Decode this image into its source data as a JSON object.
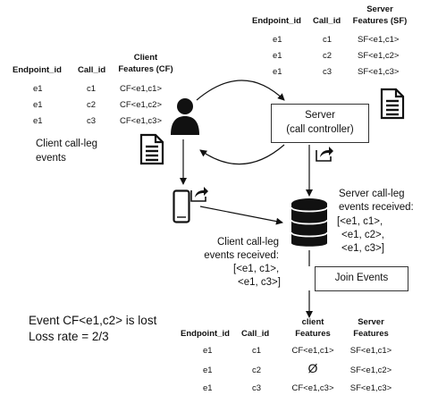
{
  "server_table": {
    "title_line1": "Server",
    "title_line2": "Features (SF)",
    "col_endpoint": "Endpoint_id",
    "col_call": "Call_id",
    "rows": [
      {
        "endpoint": "e1",
        "call": "c1",
        "feature": "SF<e1,c1>"
      },
      {
        "endpoint": "e1",
        "call": "c2",
        "feature": "SF<e1,c2>"
      },
      {
        "endpoint": "e1",
        "call": "c3",
        "feature": "SF<e1,c3>"
      }
    ]
  },
  "client_table": {
    "title_line1": "Client",
    "title_line2": "Features (CF)",
    "col_endpoint": "Endpoint_id",
    "col_call": "Call_id",
    "rows": [
      {
        "endpoint": "e1",
        "call": "c1",
        "feature": "CF<e1,c1>"
      },
      {
        "endpoint": "e1",
        "call": "c2",
        "feature": "CF<e1,c2>"
      },
      {
        "endpoint": "e1",
        "call": "c3",
        "feature": "CF<e1,c3>"
      }
    ]
  },
  "server_box": {
    "line1": "Server",
    "line2": "(call controller)"
  },
  "client_events_label": {
    "line1": "Client call-leg",
    "line2": "events"
  },
  "server_received": {
    "lines": [
      "Server call-leg",
      "events received:",
      "[<e1, c1>,",
      "<e1, c2>,",
      "<e1, c3>]"
    ]
  },
  "client_received": {
    "lines": [
      "Client call-leg",
      "events received:",
      "[<e1, c1>,",
      "<e1, c3>]"
    ]
  },
  "join_box": {
    "label": "Join Events"
  },
  "loss_note": {
    "line1": "Event CF<e1,c2> is lost",
    "line2": "Loss rate = 2/3"
  },
  "join_table": {
    "col_endpoint": "Endpoint_id",
    "col_call": "Call_id",
    "col_client_line1": "client",
    "col_client_line2": "Features",
    "col_server_line1": "Server",
    "col_server_line2": "Features",
    "rows": [
      {
        "endpoint": "e1",
        "call": "c1",
        "client": "CF<e1,c1>",
        "server": "SF<e1,c1>"
      },
      {
        "endpoint": "e1",
        "call": "c2",
        "client": "Ø",
        "server": "SF<e1,c2>"
      },
      {
        "endpoint": "e1",
        "call": "c3",
        "client": "CF<e1,c3>",
        "server": "SF<e1,c3>"
      }
    ]
  },
  "icons": {
    "user": "person-icon",
    "client_doc": "document-icon",
    "server_doc": "document-icon",
    "phone": "mobile-phone-icon",
    "share_client": "share-icon",
    "share_server": "share-icon",
    "database": "database-icon"
  }
}
